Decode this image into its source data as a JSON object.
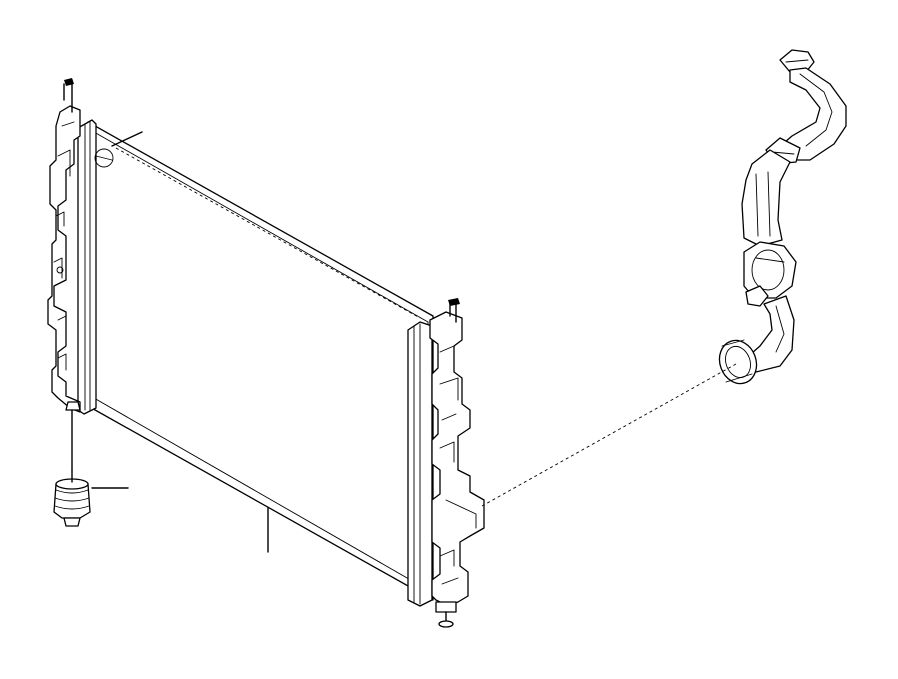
{
  "diagram": {
    "parts": [
      {
        "id": "radiator",
        "icon": "radiator-icon"
      },
      {
        "id": "upper-radiator-hose",
        "icon": "hose-icon"
      },
      {
        "id": "rubber-mount-bushing",
        "icon": "bushing-icon"
      }
    ],
    "colors": {
      "line": "#000000",
      "background": "#ffffff"
    }
  }
}
